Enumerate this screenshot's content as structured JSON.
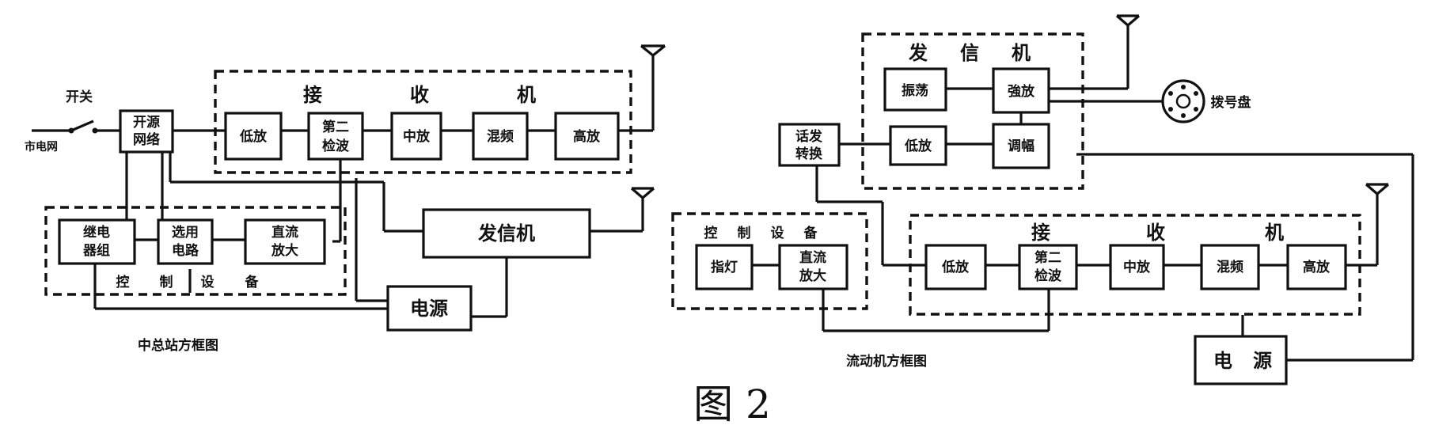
{
  "figure_label": "图 2",
  "colors": {
    "ink": "#111111",
    "paper": "#ffffff"
  },
  "left": {
    "caption": "中总站方框图",
    "switch_label": "开关",
    "mains_label": "市电网",
    "supply_network": [
      "开源",
      "网络"
    ],
    "receiver": {
      "group_label": [
        "接",
        "收",
        "机"
      ],
      "blocks": {
        "lf_amp": [
          "低放"
        ],
        "detector2": [
          "第二",
          "检波"
        ],
        "if_amp": [
          "中放"
        ],
        "mixer": [
          "混频"
        ],
        "rf_amp": [
          "高放"
        ]
      }
    },
    "control": {
      "group_label": [
        "控",
        "制",
        "设",
        "备"
      ],
      "blocks": {
        "relay": [
          "继电",
          "器组"
        ],
        "selector": [
          "选用",
          "电路"
        ],
        "dc_amp": [
          "直流",
          "放大"
        ]
      }
    },
    "transmitter": "发信机",
    "power": "电源"
  },
  "right": {
    "caption": "流动机方框图",
    "dial_label": "拨号盘",
    "transmitter": {
      "group_label": [
        "发",
        "信",
        "机"
      ],
      "blocks": {
        "oscillator": [
          "振荡"
        ],
        "power_amp": [
          "強放"
        ],
        "lf_amp": [
          "低放"
        ],
        "modulator": [
          "调幅"
        ]
      }
    },
    "converter": [
      "话发",
      "转换"
    ],
    "control": {
      "group_label": [
        "控",
        "制",
        "设",
        "备"
      ],
      "blocks": {
        "lamp": [
          "指灯"
        ],
        "dc_amp": [
          "直流",
          "放大"
        ]
      }
    },
    "receiver": {
      "group_label": [
        "接",
        "收",
        "机"
      ],
      "blocks": {
        "lf_amp": [
          "低放"
        ],
        "detector2": [
          "第二",
          "检波"
        ],
        "if_amp": [
          "中放"
        ],
        "mixer": [
          "混频"
        ],
        "rf_amp": [
          "高放"
        ]
      }
    },
    "power": [
      "电",
      "源"
    ]
  }
}
